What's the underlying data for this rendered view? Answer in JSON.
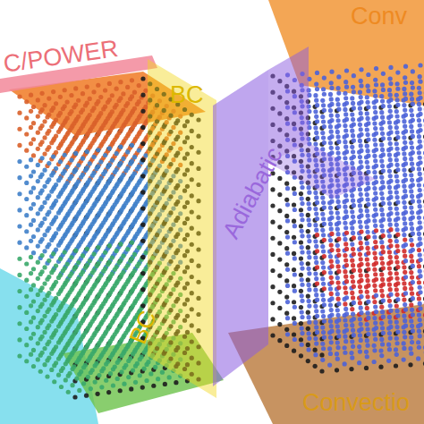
{
  "diagram": {
    "labels": [
      "C/POWER",
      "BC",
      "BC",
      "Adiabatic",
      "Conv",
      "Convectio"
    ]
  }
}
